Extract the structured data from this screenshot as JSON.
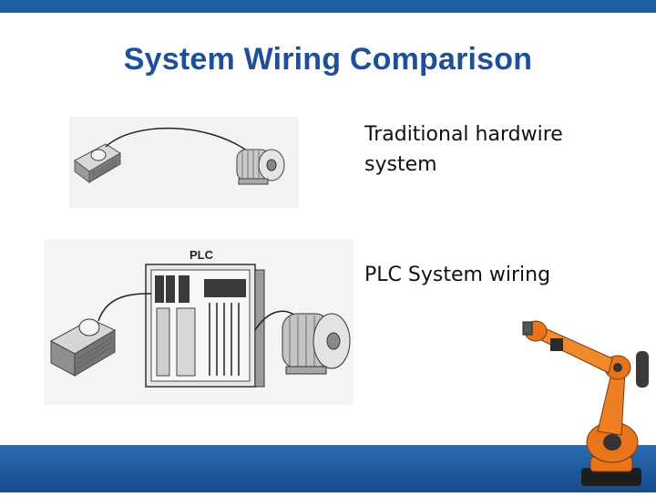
{
  "slide": {
    "title": "System Wiring Comparison",
    "items": [
      {
        "label": "Traditional hardwire system"
      },
      {
        "label": "PLC System wiring"
      }
    ],
    "plc_figure_label": "PLC"
  },
  "colors": {
    "title": "#1f4f9a",
    "bars": "#1f5fa6",
    "robot": "#e8741c"
  },
  "icons": [
    "switch-box-icon",
    "motor-icon",
    "plc-rack-icon",
    "robot-arm-icon"
  ]
}
